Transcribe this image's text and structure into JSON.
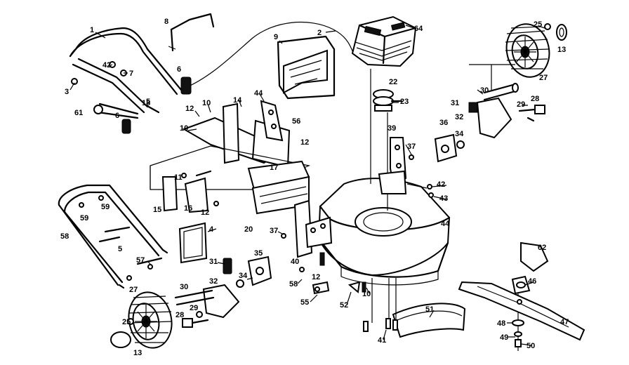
{
  "diagram": {
    "part_labels": [
      "1",
      "8",
      "2",
      "64",
      "25",
      "13",
      "9",
      "42",
      "7",
      "3",
      "6",
      "27",
      "18",
      "61",
      "5",
      "6",
      "12",
      "10",
      "14",
      "44",
      "56",
      "10",
      "22",
      "23",
      "31",
      "30",
      "32",
      "28",
      "29",
      "39",
      "36",
      "34",
      "37",
      "12",
      "17",
      "11",
      "59",
      "15",
      "16",
      "12",
      "59",
      "42",
      "43",
      "4",
      "58",
      "20",
      "44",
      "37",
      "5",
      "35",
      "57",
      "31",
      "34",
      "40",
      "12",
      "58",
      "55",
      "52",
      "10",
      "27",
      "30",
      "32",
      "29",
      "28",
      "25",
      "13",
      "62",
      "46",
      "51",
      "47",
      "48",
      "49",
      "50",
      "41"
    ]
  }
}
